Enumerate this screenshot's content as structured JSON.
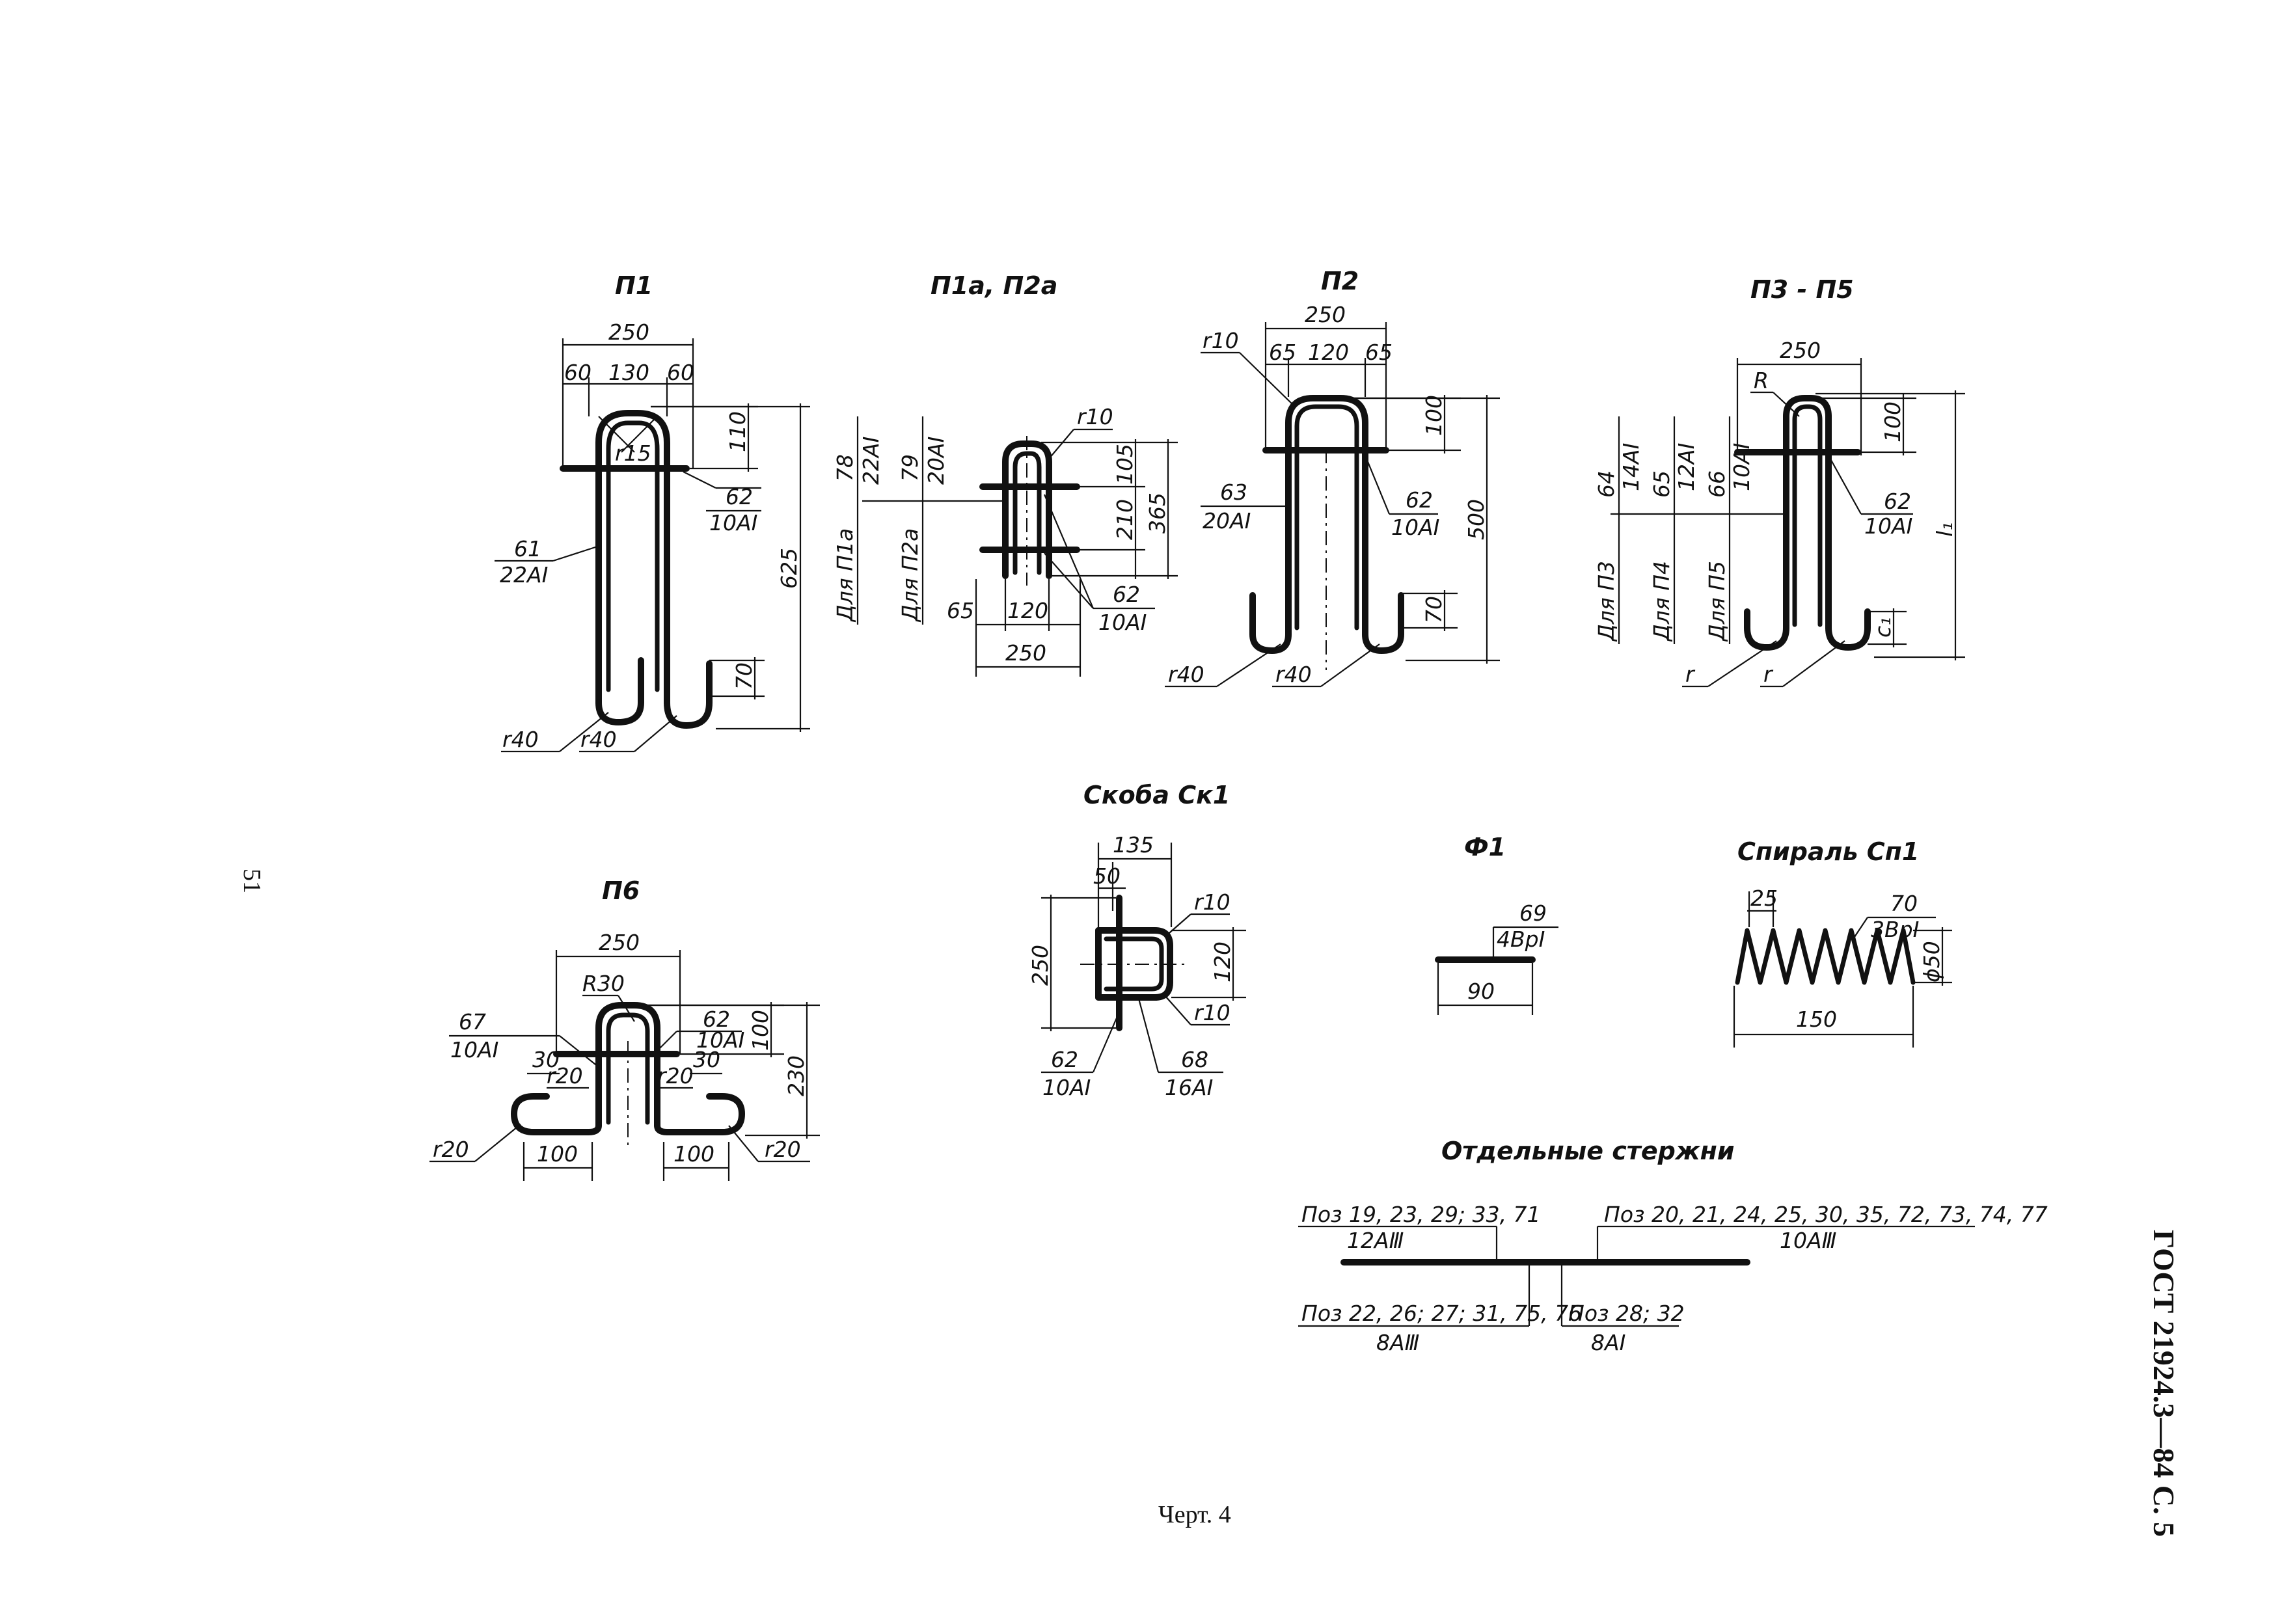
{
  "page": {
    "page_number": "51",
    "standard": "ГОСТ 21924.3—84 С. 5",
    "caption": "Черт. 4"
  },
  "p1": {
    "title": "П1",
    "d_250": "250",
    "d_60a": "60",
    "d_130": "130",
    "d_60b": "60",
    "d_110": "110",
    "d_625": "625",
    "d_70": "70",
    "r15": "r15",
    "r40a": "r40",
    "r40b": "r40",
    "pos62": "62",
    "steel62": "10AI",
    "pos61": "61",
    "steel61": "22AI"
  },
  "p1a": {
    "title": "П1а, П2а",
    "r10": "r10",
    "d_105": "105",
    "d_210": "210",
    "d_365": "365",
    "d_65": "65",
    "d_120": "120",
    "d_250": "250",
    "pos62": "62",
    "steel62": "10AI",
    "label_p1a": "Для П1а",
    "pos78": "78",
    "steel78": "22AI",
    "label_p2a": "Для П2а",
    "pos79": "79",
    "steel79": "20AI"
  },
  "p2": {
    "title": "П2",
    "d_250": "250",
    "r10": "r10",
    "d_65a": "65",
    "d_120": "120",
    "d_65b": "65",
    "d_100": "100",
    "d_500": "500",
    "d_70": "70",
    "pos63": "63",
    "steel63": "20AI",
    "pos62": "62",
    "steel62": "10AI",
    "r40a": "r40",
    "r40b": "r40"
  },
  "p3": {
    "title": "П3 - П5",
    "d_250": "250",
    "R": "R",
    "d_100": "100",
    "l1": "l₁",
    "c1": "c₁",
    "pos62": "62",
    "steel62": "10AI",
    "r_a": "r",
    "r_b": "r",
    "label_p3": "Для П3",
    "pos64": "64",
    "steel64": "14AI",
    "label_p4": "Для П4",
    "pos65": "65",
    "steel65": "12AI",
    "label_p5": "Для П5",
    "pos66": "66",
    "steel66": "10AI"
  },
  "p6": {
    "title": "П6",
    "d_250": "250",
    "R30": "R30",
    "pos67": "67",
    "steel67": "10AI",
    "pos62": "62",
    "steel62": "10AI",
    "d_100v": "100",
    "d_230": "230",
    "d_30a": "30",
    "d_30b": "30",
    "r20a": "r20",
    "r20b": "r20",
    "r20c": "r20",
    "r20d": "r20",
    "d_100a": "100",
    "d_100b": "100"
  },
  "ck1": {
    "title": "Скоба Ск1",
    "d_135": "135",
    "d_50": "50",
    "d_250": "250",
    "d_120": "120",
    "r10a": "r10",
    "r10b": "r10",
    "pos62": "62",
    "steel62": "10AI",
    "pos68": "68",
    "steel68": "16AI"
  },
  "f1": {
    "title": "Ф1",
    "pos": "69",
    "steel": "4ВрI",
    "d_90": "90"
  },
  "sp1": {
    "title": "Спираль Сп1",
    "d_25": "25",
    "pos": "70",
    "steel": "3ВрI",
    "d_50": "ϕ50",
    "d_150": "150"
  },
  "rods": {
    "title": "Отдельные стержни",
    "pos_a": "Поз 19, 23, 29; 33, 71",
    "steel_a": "12АⅢ",
    "pos_b": "Поз 20, 21, 24, 25, 30, 35, 72, 73, 74, 77",
    "steel_b": "10АⅢ",
    "pos_c": "Поз 22, 26; 27; 31, 75, 76",
    "steel_c": "8АⅢ",
    "pos_d": "Поз 28; 32",
    "steel_d": "8АI"
  }
}
